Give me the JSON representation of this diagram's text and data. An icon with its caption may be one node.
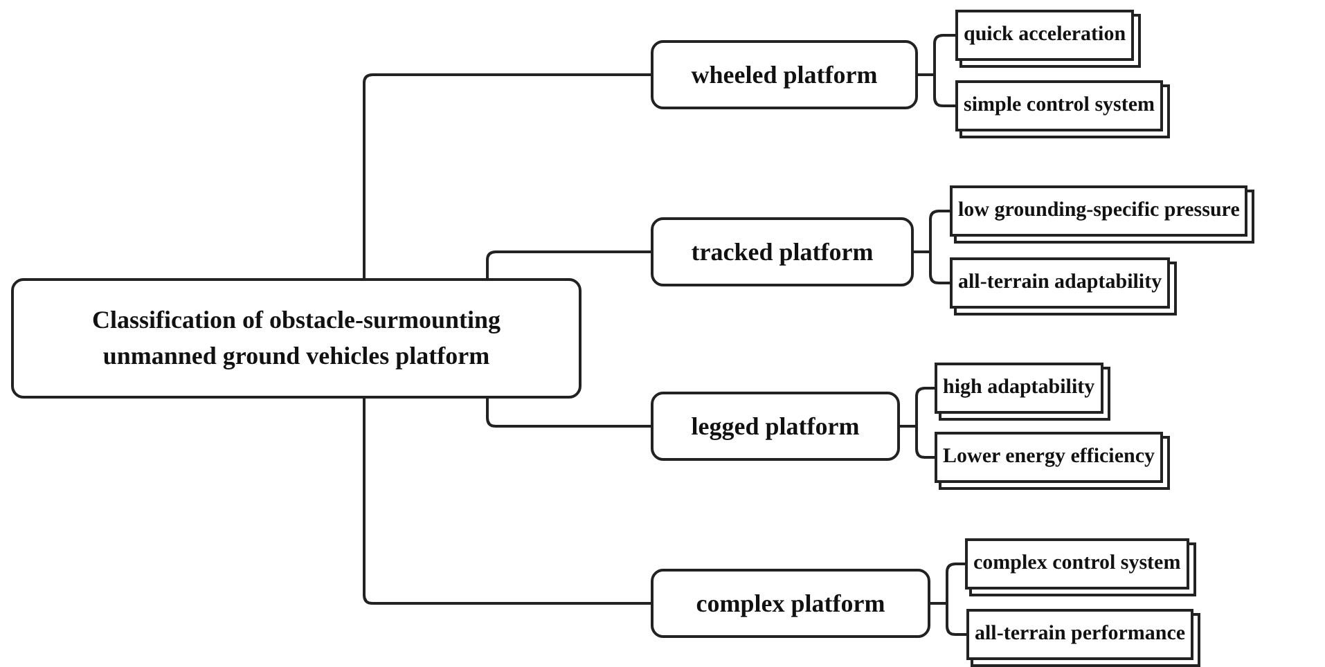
{
  "diagram": {
    "nodes": [
      {
        "text": [
          "Classification of obstacle-surmounting unmanned ground vehicles platform"
        ]
      },
      {
        "text": [
          "wheeled platform"
        ]
      },
      {
        "text": [
          "quick acceleration"
        ]
      },
      {
        "text": [
          "simple control system"
        ]
      },
      {
        "text": [
          "tracked platform"
        ]
      },
      {
        "text": [
          "low grounding-specific pressure"
        ]
      },
      {
        "text": [
          "all-terrain adaptability"
        ]
      },
      {
        "text": [
          "legged platform"
        ]
      },
      {
        "text": [
          "high adaptability"
        ]
      },
      {
        "text": [
          "Lower energy efficiency"
        ]
      },
      {
        "text": [
          "complex platform"
        ]
      },
      {
        "text": [
          "complex control system"
        ]
      },
      {
        "text": [
          "all-terrain performance"
        ]
      }
    ],
    "edges": [
      {
        "from": 0,
        "to": 1,
        "arrow": "none"
      },
      {
        "from": 1,
        "to": 2,
        "arrow": "none"
      },
      {
        "from": 1,
        "to": 3,
        "arrow": "none"
      },
      {
        "from": 0,
        "to": 4,
        "arrow": "none"
      },
      {
        "from": 4,
        "to": 5,
        "arrow": "none"
      },
      {
        "from": 4,
        "to": 6,
        "arrow": "none"
      },
      {
        "from": 0,
        "to": 7,
        "arrow": "none"
      },
      {
        "from": 7,
        "to": 8,
        "arrow": "none"
      },
      {
        "from": 7,
        "to": 9,
        "arrow": "none"
      },
      {
        "from": 0,
        "to": 10,
        "arrow": "none"
      },
      {
        "from": 10,
        "to": 11,
        "arrow": "none"
      },
      {
        "from": 10,
        "to": 12,
        "arrow": "none"
      }
    ]
  }
}
